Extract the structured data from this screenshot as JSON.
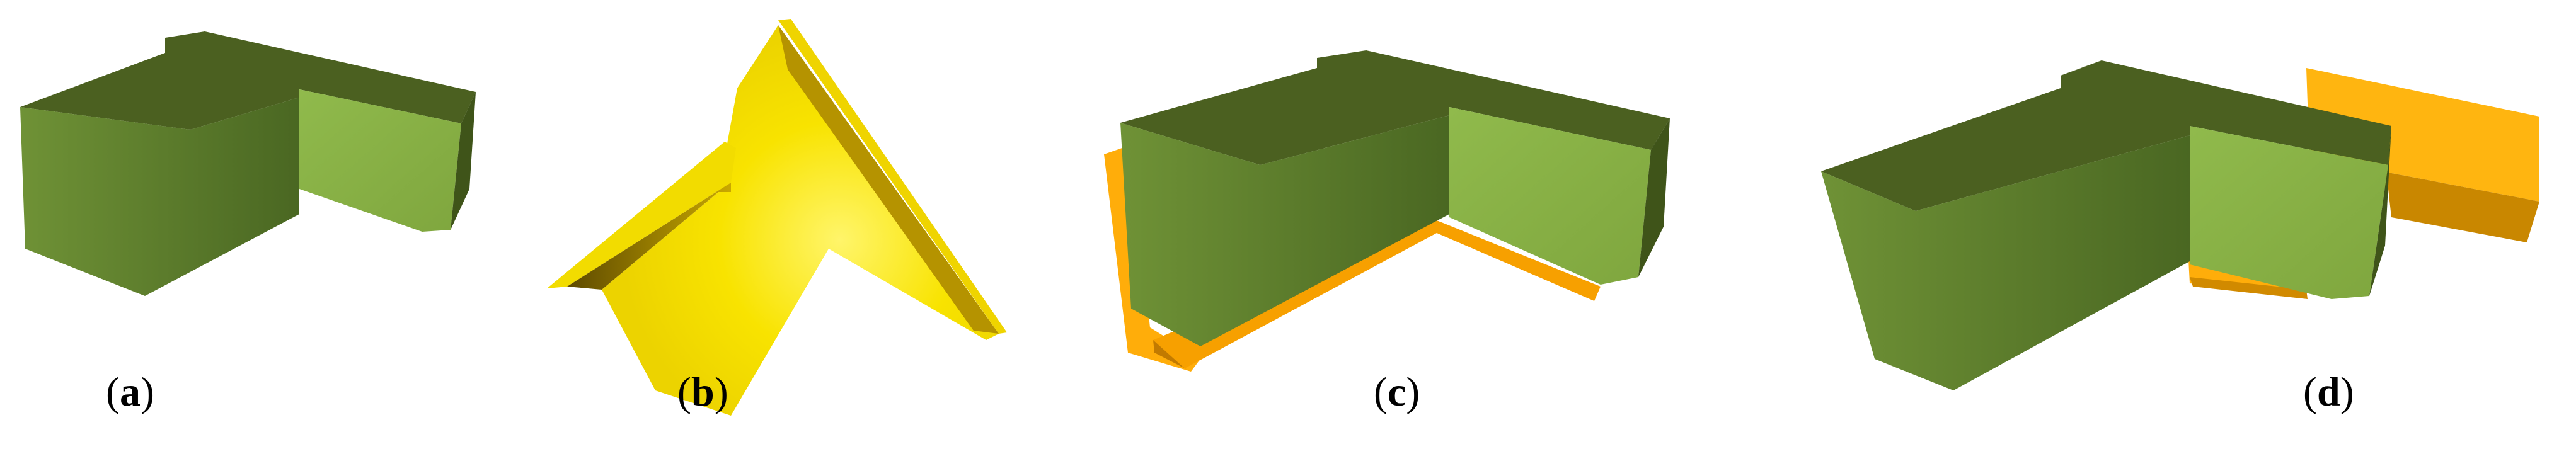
{
  "panels": [
    {
      "id": "a",
      "label_open": "(",
      "letter": "a",
      "label_close": ")"
    },
    {
      "id": "b",
      "label_open": "(",
      "letter": "b",
      "label_close": ")"
    },
    {
      "id": "c",
      "label_open": "(",
      "letter": "c",
      "label_close": ")"
    },
    {
      "id": "d",
      "label_open": "(",
      "letter": "d",
      "label_close": ")"
    }
  ],
  "colors": {
    "block_top": "#4d6221",
    "block_front": "#6e9035",
    "block_side": "#88b046",
    "plane_main": "#f5df00",
    "plane_highlight": "#fff35c",
    "plane_dark": "#8c7000",
    "plane_orange": "#ffad0a",
    "plane_orange_dark": "#c77d00"
  }
}
